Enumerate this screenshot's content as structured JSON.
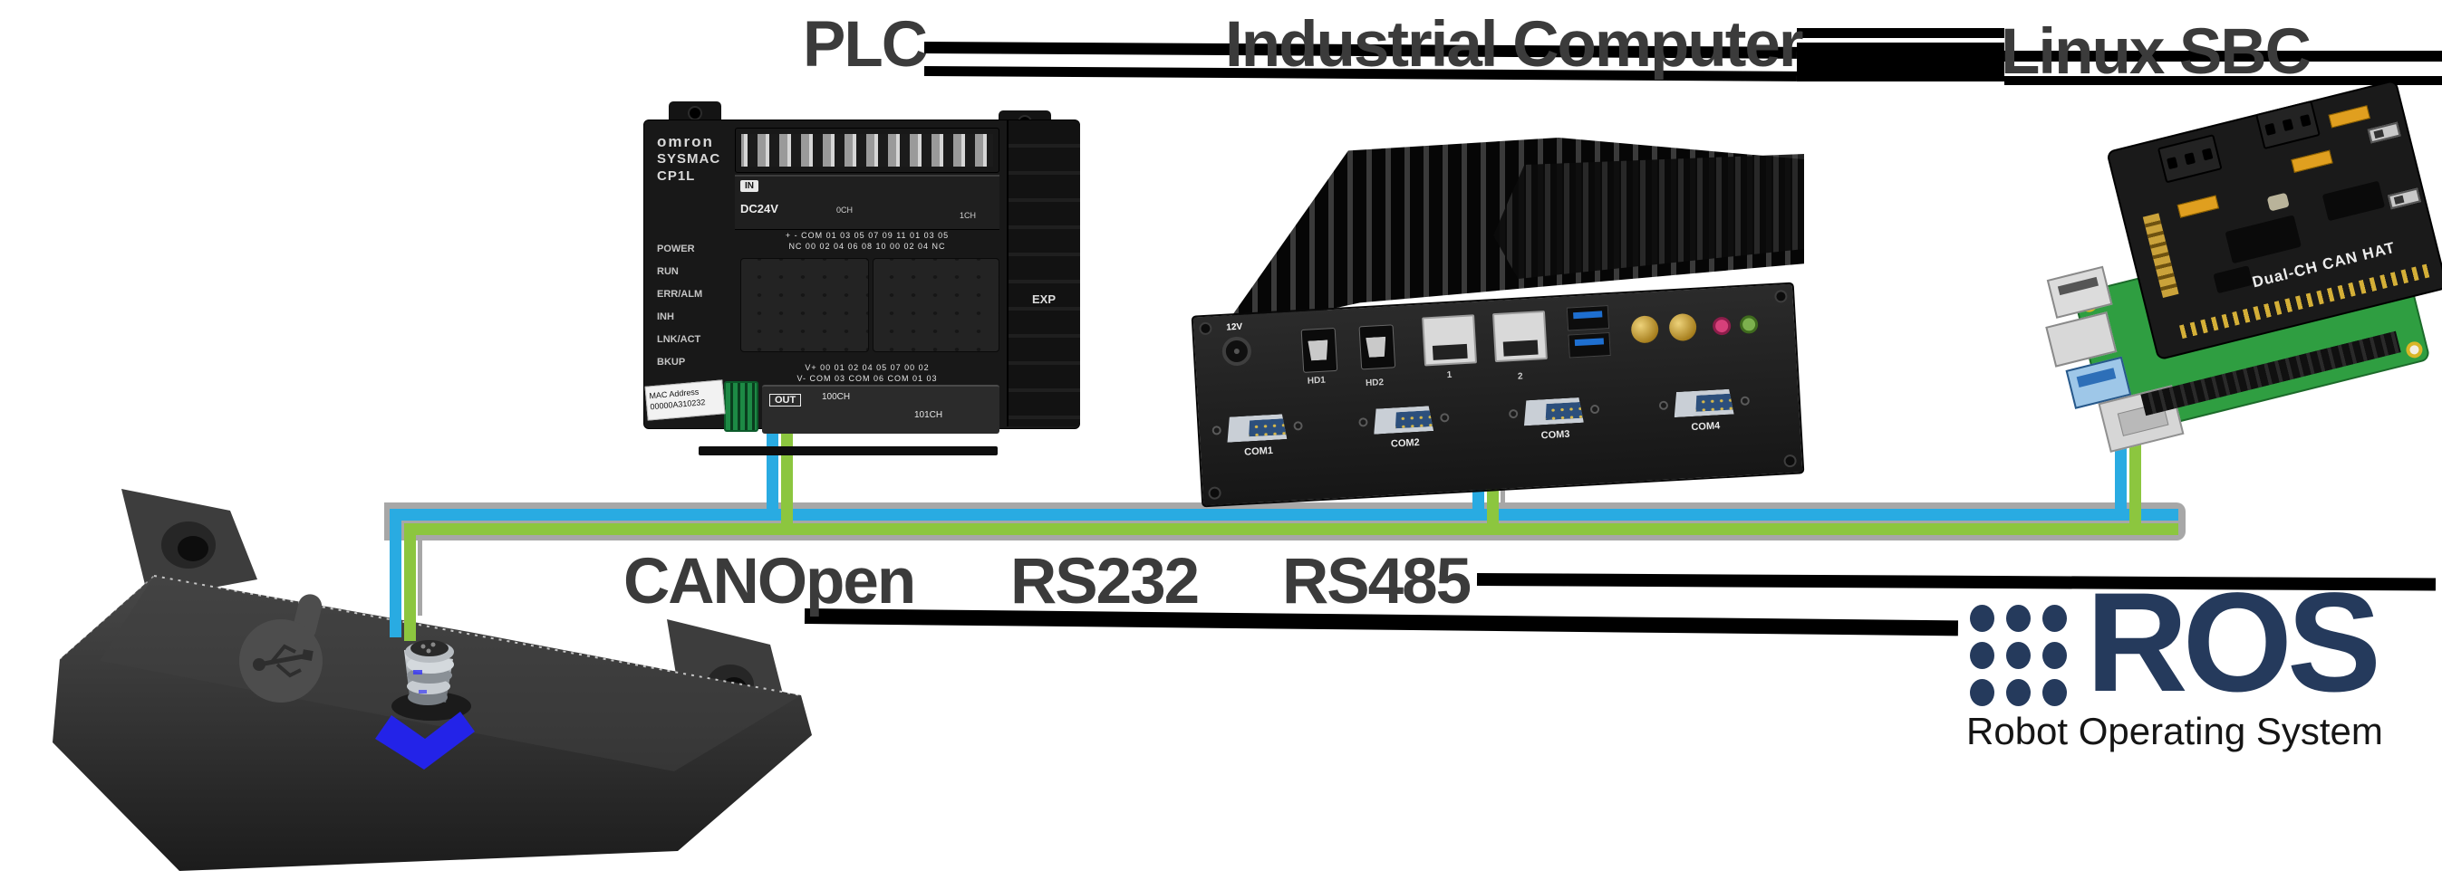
{
  "colors": {
    "bus_blue": "#29ABE2",
    "bus_green": "#8CC63F",
    "bus_shadow": "#A7A7A7",
    "connector_black": "#000000",
    "label_gray": "#3B3B3B",
    "ros_navy": "#253A5C"
  },
  "top_row": {
    "items": [
      {
        "label": "PLC"
      },
      {
        "label": "Industrial Computer"
      },
      {
        "label": "Linux SBC"
      }
    ]
  },
  "bus_legend": {
    "items": [
      {
        "label": "CANOpen"
      },
      {
        "label": "RS232"
      },
      {
        "label": "RS485"
      }
    ]
  },
  "ros_logo": {
    "title": "ROS",
    "subtitle": "Robot Operating System"
  },
  "plc": {
    "brand": "omron",
    "series": "SYSMAC",
    "model": "CP1L",
    "in_label": "IN",
    "input_rating": "DC24V",
    "exp_label": "EXP",
    "out_label": "OUT",
    "leds": [
      "POWER",
      "RUN",
      "ERR/ALM",
      "INH",
      "LNK/ACT",
      "BKUP"
    ],
    "sticker": {
      "line1": "MAC Address",
      "line2": "00000A310232"
    },
    "ch_labels_top": [
      "0CH",
      "1CH"
    ],
    "ch_labels_bottom": [
      "100CH",
      "101CH"
    ],
    "terminals_top_row1": [
      "+",
      "-",
      "COM",
      "01",
      "03",
      "05",
      "07",
      "09",
      "11",
      "01",
      "03",
      "05"
    ],
    "terminals_top_row2": [
      "NC",
      "00",
      "02",
      "04",
      "06",
      "08",
      "10",
      "00",
      "02",
      "04",
      "NC"
    ],
    "terminals_bottom_row1": [
      "V+",
      "00",
      "01",
      "02",
      "04",
      "05",
      "07",
      "00",
      "02"
    ],
    "terminals_bottom_row2": [
      "V-",
      "COM",
      "03",
      "COM",
      "06",
      "COM",
      "01",
      "03"
    ]
  },
  "industrial_pc": {
    "power_label": "12V",
    "hdmi_labels": [
      "HD1",
      "HD2"
    ],
    "lan_labels": [
      "1",
      "2"
    ],
    "com_labels": [
      "COM1",
      "COM2",
      "COM3",
      "COM4"
    ]
  },
  "linux_sbc": {
    "hat_label": "Dual-CH CAN HAT"
  }
}
